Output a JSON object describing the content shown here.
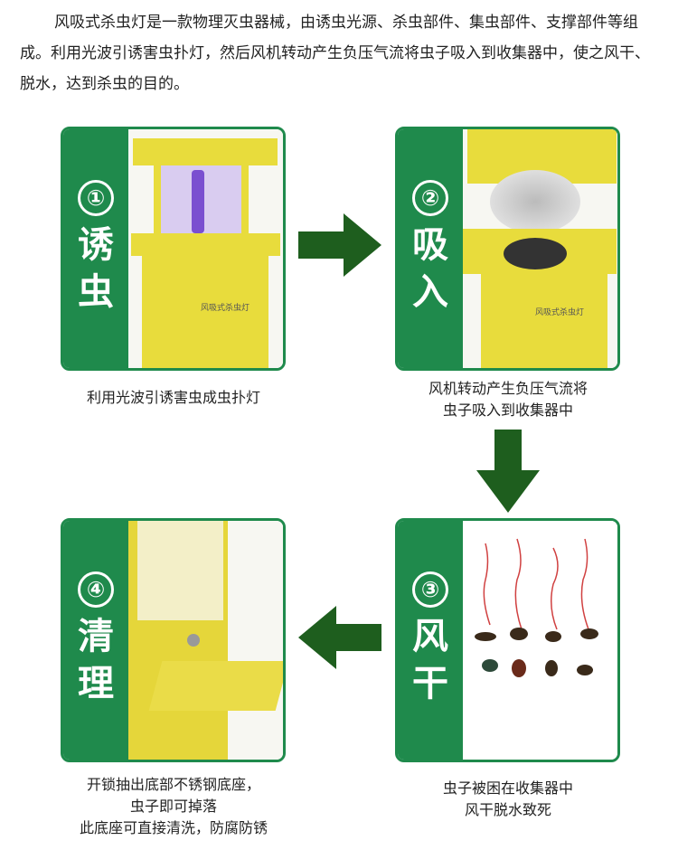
{
  "intro": "风吸式杀虫灯是一款物理灭虫器械，由诱虫光源、杀虫部件、集虫部件、支撑部件等组成。利用光波引诱害虫扑灯，然后风机转动产生负压气流将虫子吸入到收集器中，使之风干、脱水，达到杀虫的目的。",
  "steps": [
    {
      "num": "①",
      "word1": "诱",
      "word2": "虫",
      "caption": [
        "利用光波引诱害虫成虫扑灯"
      ],
      "device_label": "风吸式杀虫灯"
    },
    {
      "num": "②",
      "word1": "吸",
      "word2": "入",
      "caption": [
        "风机转动产生负压气流将",
        "虫子吸入到收集器中"
      ],
      "device_label": "风吸式杀虫灯"
    },
    {
      "num": "③",
      "word1": "风",
      "word2": "干",
      "caption": [
        "虫子被困在收集器中",
        "风干脱水致死"
      ]
    },
    {
      "num": "④",
      "word1": "清",
      "word2": "理",
      "caption": [
        "开锁抽出底部不锈钢底座，",
        "虫子即可掉落",
        "此底座可直接清洗，防腐防锈"
      ]
    }
  ],
  "colors": {
    "green": "#1f8a4c",
    "arrow": "#1e5e1e",
    "yellow": "#e8dc3c"
  }
}
